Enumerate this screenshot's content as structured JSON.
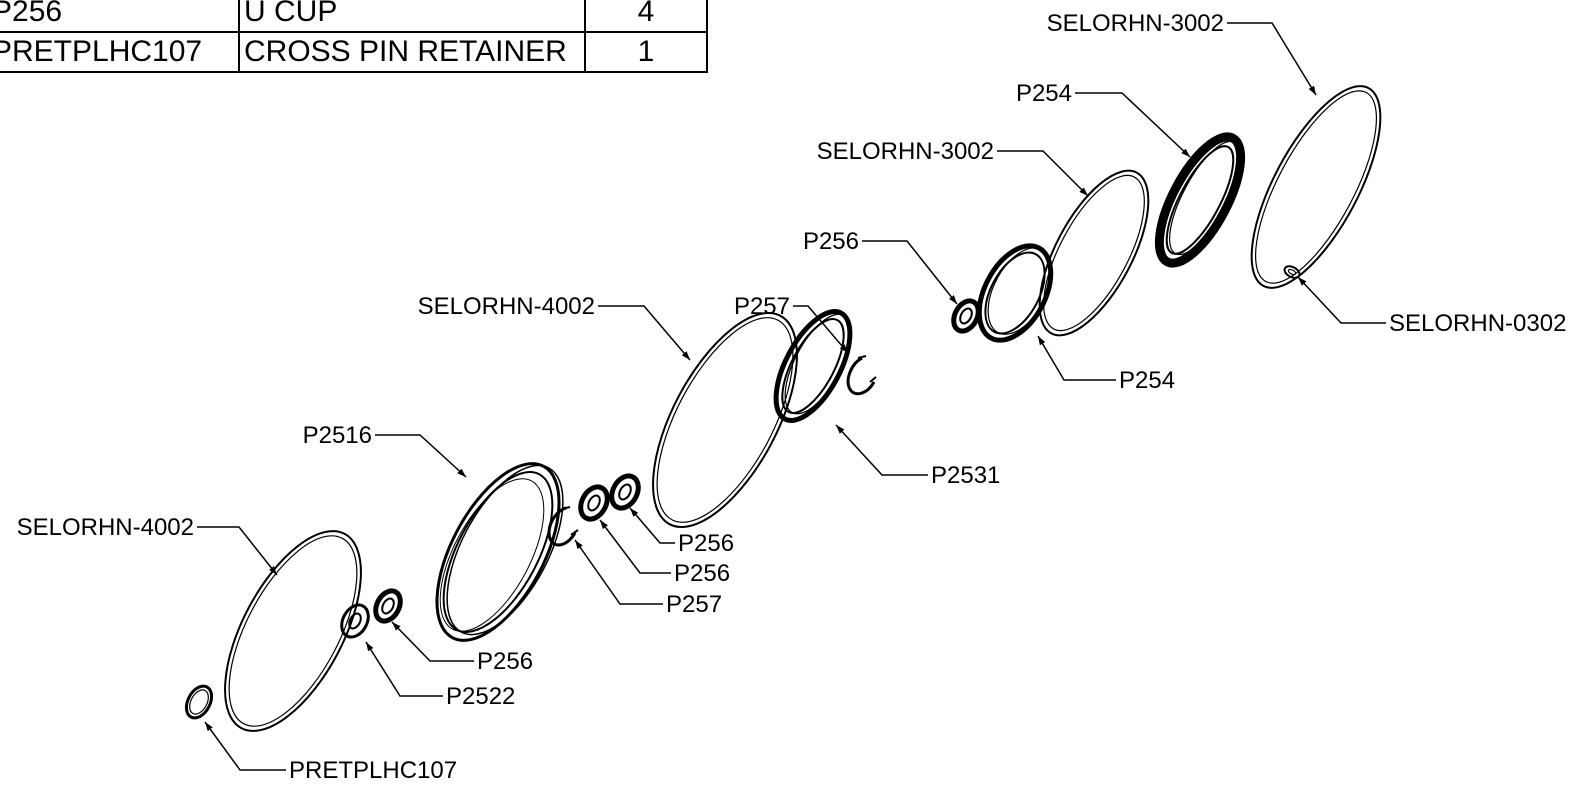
{
  "bom": {
    "rows": [
      {
        "part": "P256",
        "description": "U CUP",
        "qty": "4"
      },
      {
        "part": "PRETPLHC107",
        "description": "CROSS PIN RETAINER",
        "qty": "1"
      }
    ]
  },
  "callouts": {
    "c1": "SELORHN-3002",
    "c2": "P254",
    "c3": "SELORHN-3002",
    "c4": "P256",
    "c5": "SELORHN-0302",
    "c6": "P254",
    "c7": "SELORHN-4002",
    "c8": "P257",
    "c9": "P2531",
    "c10": "P2516",
    "c11": "SELORHN-4002",
    "c12": "P256",
    "c13": "P256",
    "c14": "P257",
    "c15": "P256",
    "c16": "P2522",
    "c17": "PRETPLHC107"
  }
}
